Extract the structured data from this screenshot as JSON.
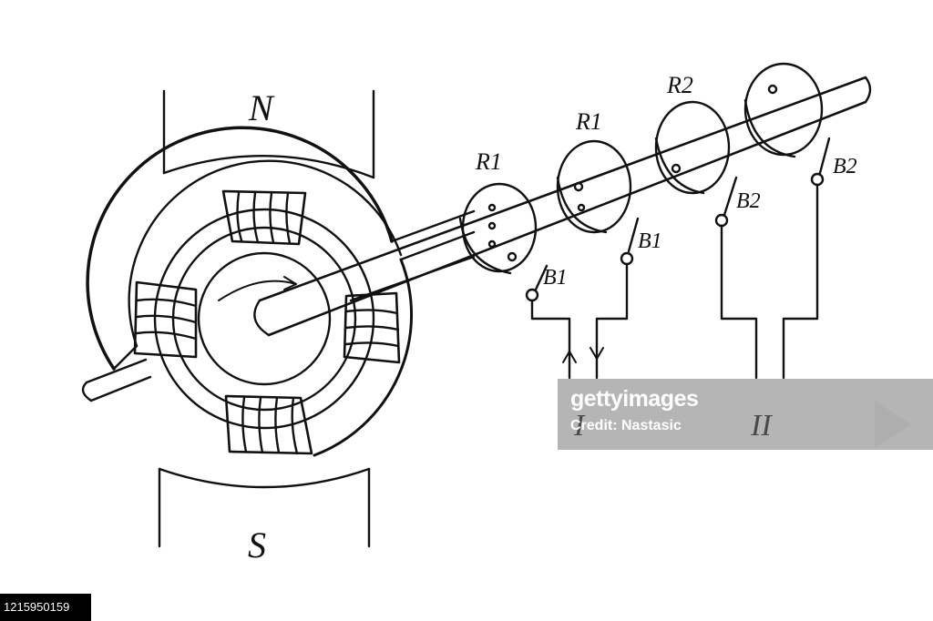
{
  "diagram": {
    "pole_labels": {
      "north": "N",
      "south": "S"
    },
    "slip_ring_labels": [
      "R1",
      "R1",
      "R2"
    ],
    "brush_labels": [
      "B1",
      "B1",
      "B2",
      "B2"
    ],
    "circuit_labels": {
      "first": "I",
      "second": "II"
    }
  },
  "watermark": {
    "brand": "gettyimages",
    "credit": "Credit: Nastasic"
  },
  "image_id": "1215950159"
}
